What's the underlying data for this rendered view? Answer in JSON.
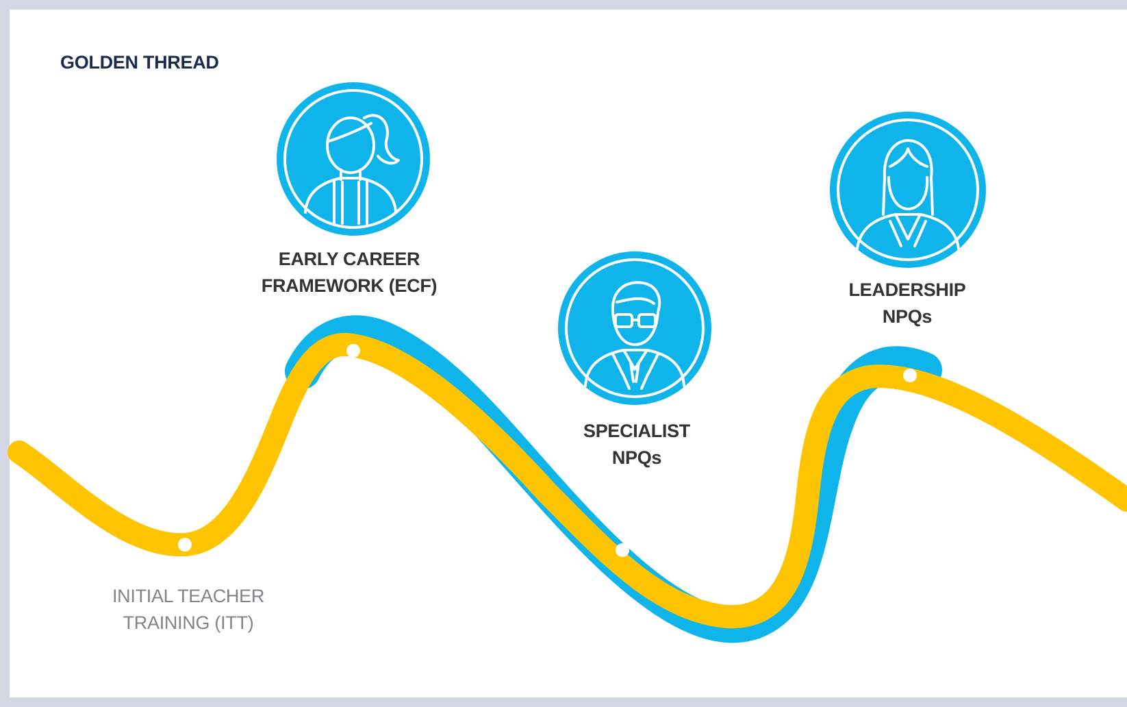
{
  "title": "GOLDEN THREAD",
  "colors": {
    "gold": "#ffc400",
    "blue": "#0fb5ea",
    "background": "#d3d7e3"
  },
  "stages": [
    {
      "id": "itt",
      "line1": "INITIAL TEACHER",
      "line2": "TRAINING (ITT)",
      "icon": "graduate-icon"
    },
    {
      "id": "ecf",
      "line1": "EARLY CAREER",
      "line2": "FRAMEWORK (ECF)",
      "icon": "woman-teacher-icon"
    },
    {
      "id": "specialist",
      "line1": "SPECIALIST",
      "line2": "NPQs",
      "icon": "man-with-glasses-icon"
    },
    {
      "id": "leadership",
      "line1": "LEADERSHIP",
      "line2": "NPQs",
      "icon": "woman-leader-icon"
    }
  ]
}
